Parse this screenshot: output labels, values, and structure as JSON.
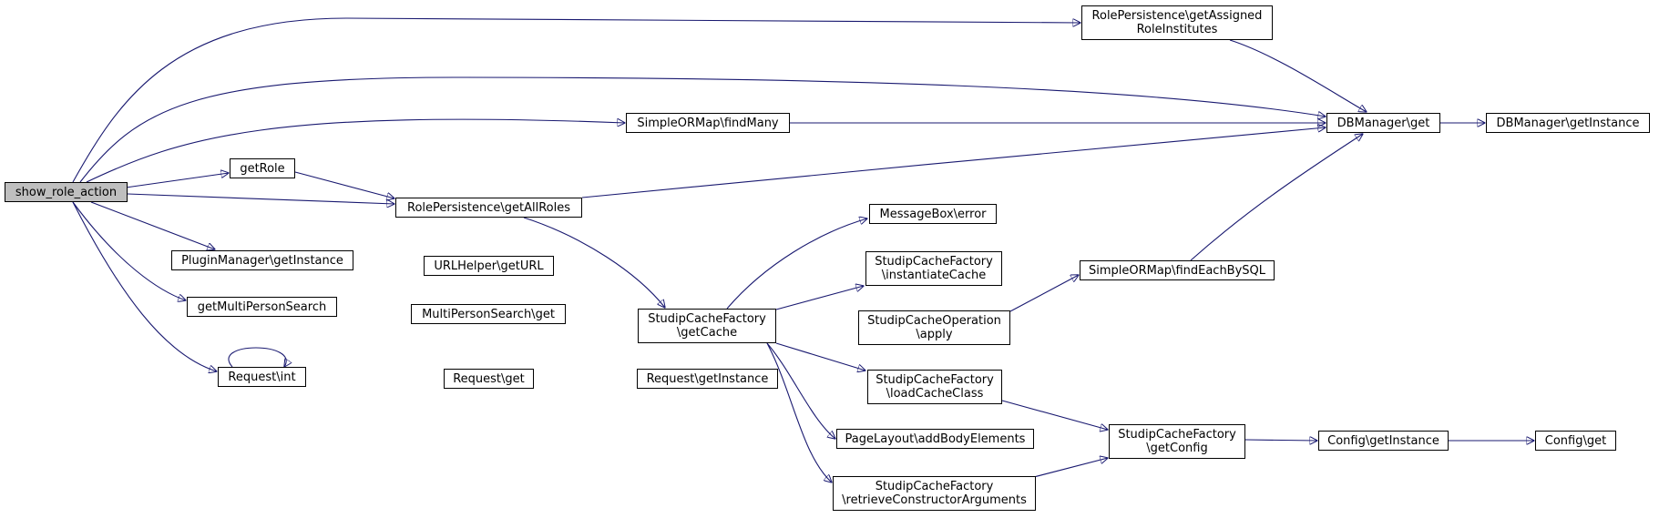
{
  "colors": {
    "edge": "#191970",
    "node_border": "#000000",
    "node_fill": "#ffffff",
    "root_fill": "#bfbfbf"
  },
  "nodes": {
    "show_role_action": "show_role_action",
    "getRole": "getRole",
    "RolePersistence_getAllRoles": "RolePersistence\\getAllRoles",
    "RolePersistence_getAssignedRoleInstitutes": "RolePersistence\\getAssigned\nRoleInstitutes",
    "DBManager_get": "DBManager\\get",
    "DBManager_getInstance": "DBManager\\getInstance",
    "SimpleORMap_findMany": "SimpleORMap\\findMany",
    "PluginManager_getInstance": "PluginManager\\getInstance",
    "getMultiPersonSearch": "getMultiPersonSearch",
    "URLHelper_getURL": "URLHelper\\getURL",
    "MultiPersonSearch_get": "MultiPersonSearch\\get",
    "Request_int": "Request\\int",
    "Request_get": "Request\\get",
    "Request_getInstance": "Request\\getInstance",
    "StudipCacheFactory_getCache": "StudipCacheFactory\n\\getCache",
    "MessageBox_error": "MessageBox\\error",
    "StudipCacheFactory_instantiateCache": "StudipCacheFactory\n\\instantiateCache",
    "StudipCacheOperation_apply": "StudipCacheOperation\n\\apply",
    "SimpleORMap_findEachBySQL": "SimpleORMap\\findEachBySQL",
    "StudipCacheFactory_loadCacheClass": "StudipCacheFactory\n\\loadCacheClass",
    "PageLayout_addBodyElements": "PageLayout\\addBodyElements",
    "StudipCacheFactory_retrieveConstructorArguments": "StudipCacheFactory\n\\retrieveConstructorArguments",
    "StudipCacheFactory_getConfig": "StudipCacheFactory\n\\getConfig",
    "Config_getInstance": "Config\\getInstance",
    "Config_get": "Config\\get"
  },
  "edges": [
    [
      "show_role_action",
      "RolePersistence_getAssignedRoleInstitutes"
    ],
    [
      "show_role_action",
      "DBManager_get"
    ],
    [
      "show_role_action",
      "SimpleORMap_findMany"
    ],
    [
      "show_role_action",
      "getRole"
    ],
    [
      "show_role_action",
      "RolePersistence_getAllRoles"
    ],
    [
      "show_role_action",
      "PluginManager_getInstance"
    ],
    [
      "show_role_action",
      "getMultiPersonSearch"
    ],
    [
      "show_role_action",
      "Request_int"
    ],
    [
      "RolePersistence_getAssignedRoleInstitutes",
      "DBManager_get"
    ],
    [
      "SimpleORMap_findMany",
      "DBManager_get"
    ],
    [
      "DBManager_get",
      "DBManager_getInstance"
    ],
    [
      "getRole",
      "RolePersistence_getAllRoles"
    ],
    [
      "RolePersistence_getAllRoles",
      "DBManager_get"
    ],
    [
      "RolePersistence_getAllRoles",
      "StudipCacheFactory_getCache"
    ],
    [
      "getMultiPersonSearch",
      "URLHelper_getURL"
    ],
    [
      "getMultiPersonSearch",
      "MultiPersonSearch_get"
    ],
    [
      "Request_int",
      "Request_int"
    ],
    [
      "Request_int",
      "Request_get"
    ],
    [
      "Request_get",
      "Request_getInstance"
    ],
    [
      "StudipCacheFactory_getCache",
      "MessageBox_error"
    ],
    [
      "StudipCacheFactory_getCache",
      "StudipCacheFactory_instantiateCache"
    ],
    [
      "StudipCacheFactory_getCache",
      "StudipCacheOperation_apply"
    ],
    [
      "StudipCacheFactory_getCache",
      "StudipCacheFactory_loadCacheClass"
    ],
    [
      "StudipCacheFactory_getCache",
      "PageLayout_addBodyElements"
    ],
    [
      "StudipCacheFactory_getCache",
      "StudipCacheFactory_retrieveConstructorArguments"
    ],
    [
      "StudipCacheOperation_apply",
      "SimpleORMap_findEachBySQL"
    ],
    [
      "SimpleORMap_findEachBySQL",
      "DBManager_get"
    ],
    [
      "StudipCacheFactory_loadCacheClass",
      "StudipCacheFactory_getConfig"
    ],
    [
      "StudipCacheFactory_retrieveConstructorArguments",
      "StudipCacheFactory_getConfig"
    ],
    [
      "StudipCacheFactory_getConfig",
      "Config_getInstance"
    ],
    [
      "Config_getInstance",
      "Config_get"
    ]
  ]
}
